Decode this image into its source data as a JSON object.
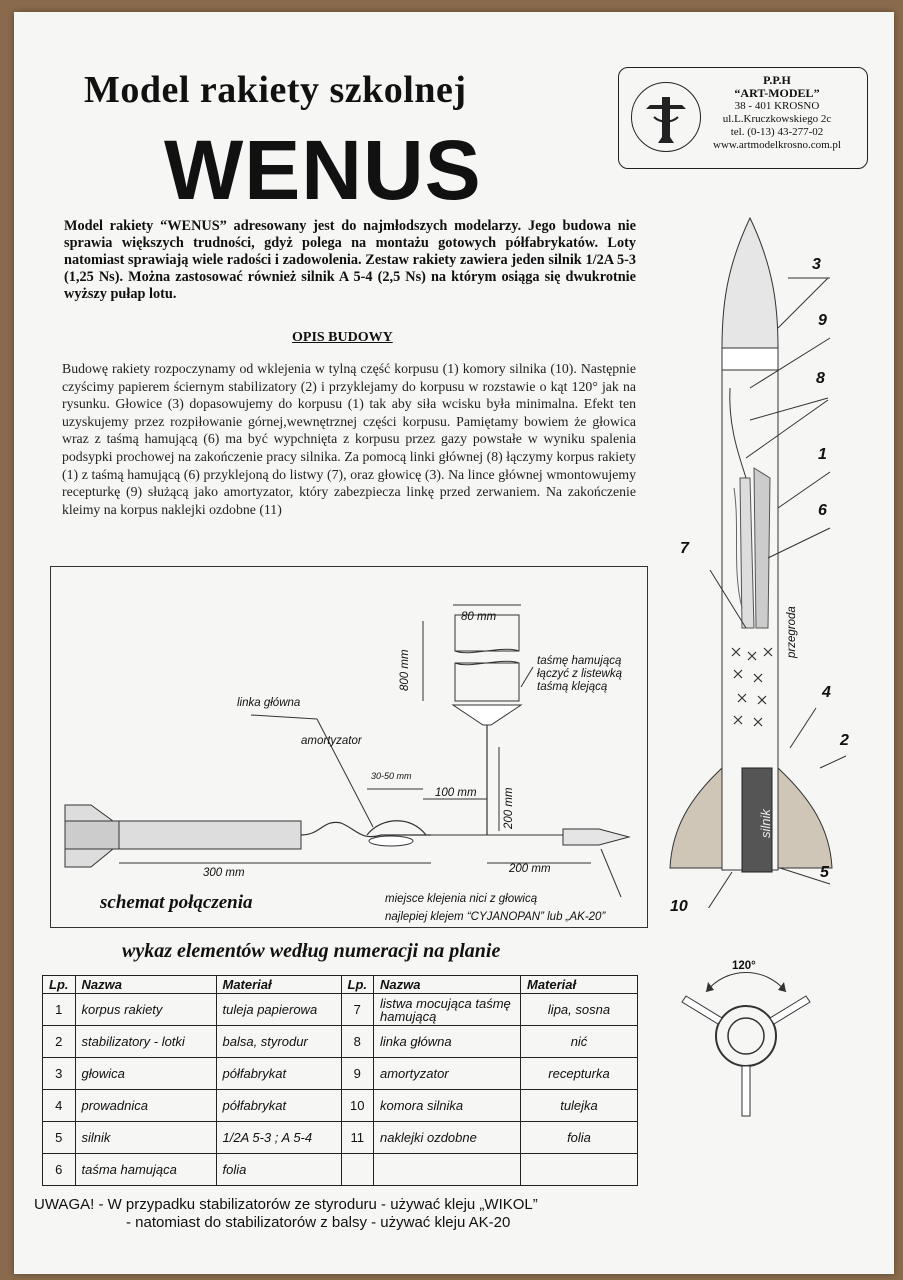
{
  "title": {
    "line1": "Model rakiety szkolnej",
    "line2": "WENUS"
  },
  "company": {
    "name": "P.P.H",
    "brand": "“ART-MODEL”",
    "city": "38 - 401 KROSNO",
    "street": "ul.L.Kruczkowskiego 2c",
    "phone": "tel. (0-13) 43-277-02",
    "website": "www.artmodelkrosno.com.pl"
  },
  "intro": "Model rakiety “WENUS” adresowany jest do najmłodszych modelarzy. Jego budowa nie sprawia większych trudności, gdyż polega na montażu gotowych półfabrykatów. Loty natomiast sprawiają wiele radości i zadowolenia. Zestaw rakiety zawiera jeden silnik 1/2A 5-3 (1,25 Ns). Można zastosować również silnik A 5-4 (2,5 Ns) na którym osiąga się dwukrotnie wyższy pułap lotu.",
  "opis": {
    "heading": "OPIS BUDOWY",
    "body": "Budowę rakiety rozpoczynamy od wklejenia w tylną część korpusu (1) komory silnika (10). Następnie czyścimy papierem ściernym stabilizatory (2) i przyklejamy do korpusu w rozstawie o kąt 120° jak na rysunku. Głowice (3) dopasowujemy do korpusu (1) tak aby siła wcisku była minimalna. Efekt ten uzyskujemy przez rozpiłowanie górnej,wewnętrznej części korpusu. Pamiętamy bowiem że głowica wraz z taśmą hamującą (6) ma być wypchnięta z korpusu przez gazy powstałe w wyniku spalenia podsypki prochowej na zakończenie pracy silnika. Za pomocą linki głównej (8) łączymy korpus rakiety (1) z taśmą hamującą (6) przyklejoną do listwy (7), oraz głowicę (3). Na lince głównej wmontowujemy recepturkę (9) służącą jako amortyzator, który zabezpiecza linkę przed zerwaniem. Na zakończenie kleimy na korpus naklejki ozdobne (11)"
  },
  "schemat": {
    "caption": "schemat połączenia",
    "labels": {
      "width80": "80 mm",
      "height800": "800 mm",
      "tasma_note_1": "taśmę hamującą",
      "tasma_note_2": "łączyć z listewką",
      "tasma_note_3": "taśmą klejącą",
      "linka": "linka główna",
      "amortyzator": "amortyzator",
      "d3050": "30-50 mm",
      "d100": "100 mm",
      "d200v": "200 mm",
      "d300": "300 mm",
      "d200h": "200 mm",
      "klej_note_1": "miejsce klejenia nici z głowicą",
      "klej_note_2": "najlepiej klejem “CYJANOPAN” lub „AK-20”"
    }
  },
  "rocket": {
    "part_numbers": [
      "3",
      "9",
      "8",
      "1",
      "6",
      "7",
      "4",
      "2",
      "5",
      "10"
    ],
    "przegroda": "przegroda",
    "silnik": "silnik",
    "angle": "120°"
  },
  "wykaz": {
    "heading": "wykaz elementów według numeracji na planie",
    "headers": [
      "Lp.",
      "Nazwa",
      "Materiał",
      "Lp.",
      "Nazwa",
      "Materiał"
    ],
    "rows": [
      [
        "1",
        "korpus rakiety",
        "tuleja papierowa",
        "7",
        "listwa mocująca taśmę hamującą",
        "lipa, sosna"
      ],
      [
        "2",
        "stabilizatory - lotki",
        "balsa, styrodur",
        "8",
        "linka główna",
        "nić"
      ],
      [
        "3",
        "głowica",
        "półfabrykat",
        "9",
        "amortyzator",
        "recepturka"
      ],
      [
        "4",
        "prowadnica",
        "półfabrykat",
        "10",
        "komora silnika",
        "tulejka"
      ],
      [
        "5",
        "silnik",
        "1/2A 5-3 ; A 5-4",
        "11",
        "naklejki ozdobne",
        "folia"
      ],
      [
        "6",
        "taśma hamująca",
        "folia",
        "",
        "",
        ""
      ]
    ]
  },
  "uwaga": {
    "line1": "UWAGA! - W przypadku stabilizatorów ze styroduru - używać kleju „WIKOL”",
    "line2": "- natomiast do stabilizatorów z balsy - używać kleju AK-20"
  }
}
